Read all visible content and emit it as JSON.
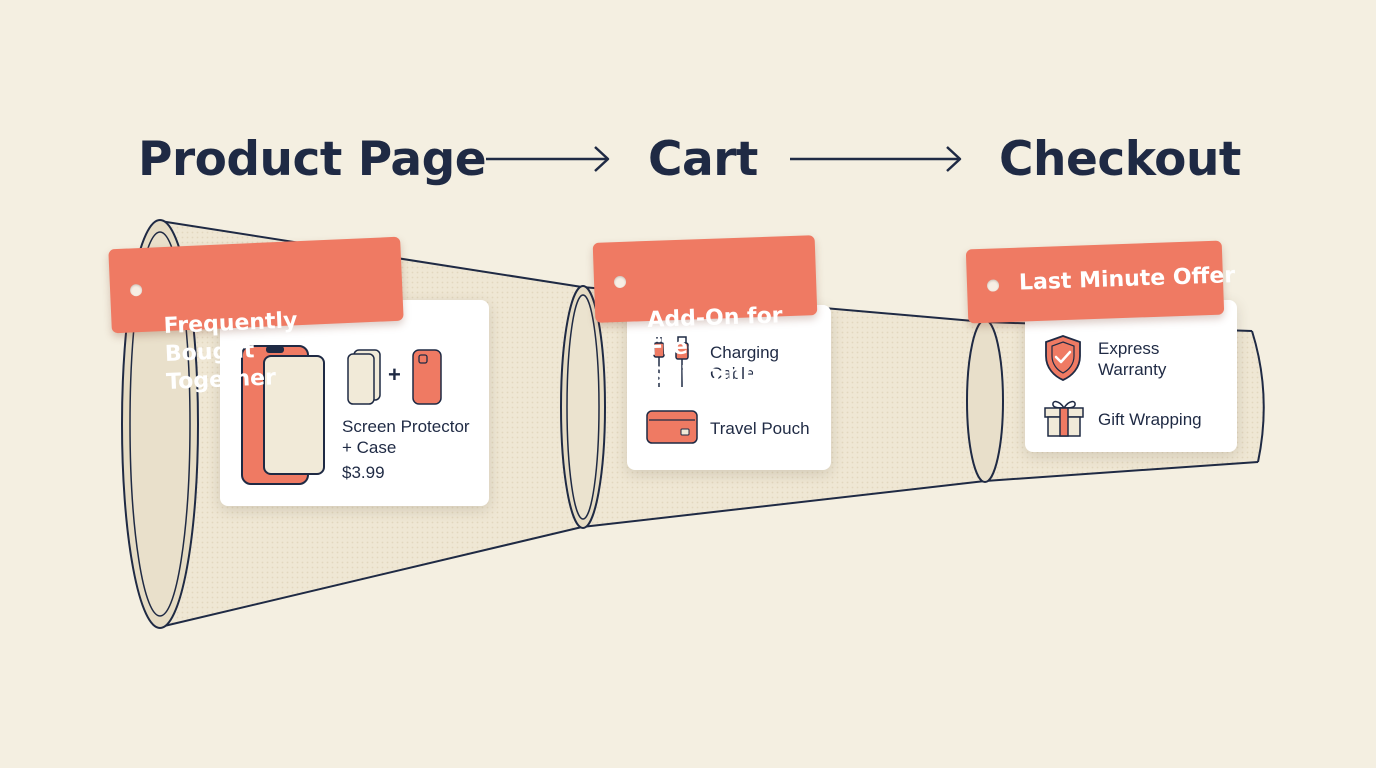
{
  "stages": [
    {
      "title": "Product Page"
    },
    {
      "title": "Cart"
    },
    {
      "title": "Checkout"
    }
  ],
  "tags": [
    {
      "label": "Frequently Bought\nTogether"
    },
    {
      "label": "Add-On for\nFree Shipping"
    },
    {
      "label": "Last Minute Offer"
    }
  ],
  "cards": {
    "product": {
      "item": "Screen Protector\n+ Case",
      "price": "$3.99",
      "plus": "+"
    },
    "cart": {
      "items": [
        "Charging\nCable",
        "Travel Pouch"
      ]
    },
    "checkout": {
      "items": [
        "Express\nWarranty",
        "Gift Wrapping"
      ]
    }
  },
  "colors": {
    "background": "#f4efe1",
    "accent": "#ef7a63",
    "ink": "#1f2a44",
    "card": "#ffffff"
  },
  "icons": [
    "phone-icon",
    "screen-protector-icon",
    "phone-case-icon",
    "charging-cable-icon",
    "travel-pouch-icon",
    "shield-check-icon",
    "gift-icon",
    "arrow-right-icon"
  ]
}
